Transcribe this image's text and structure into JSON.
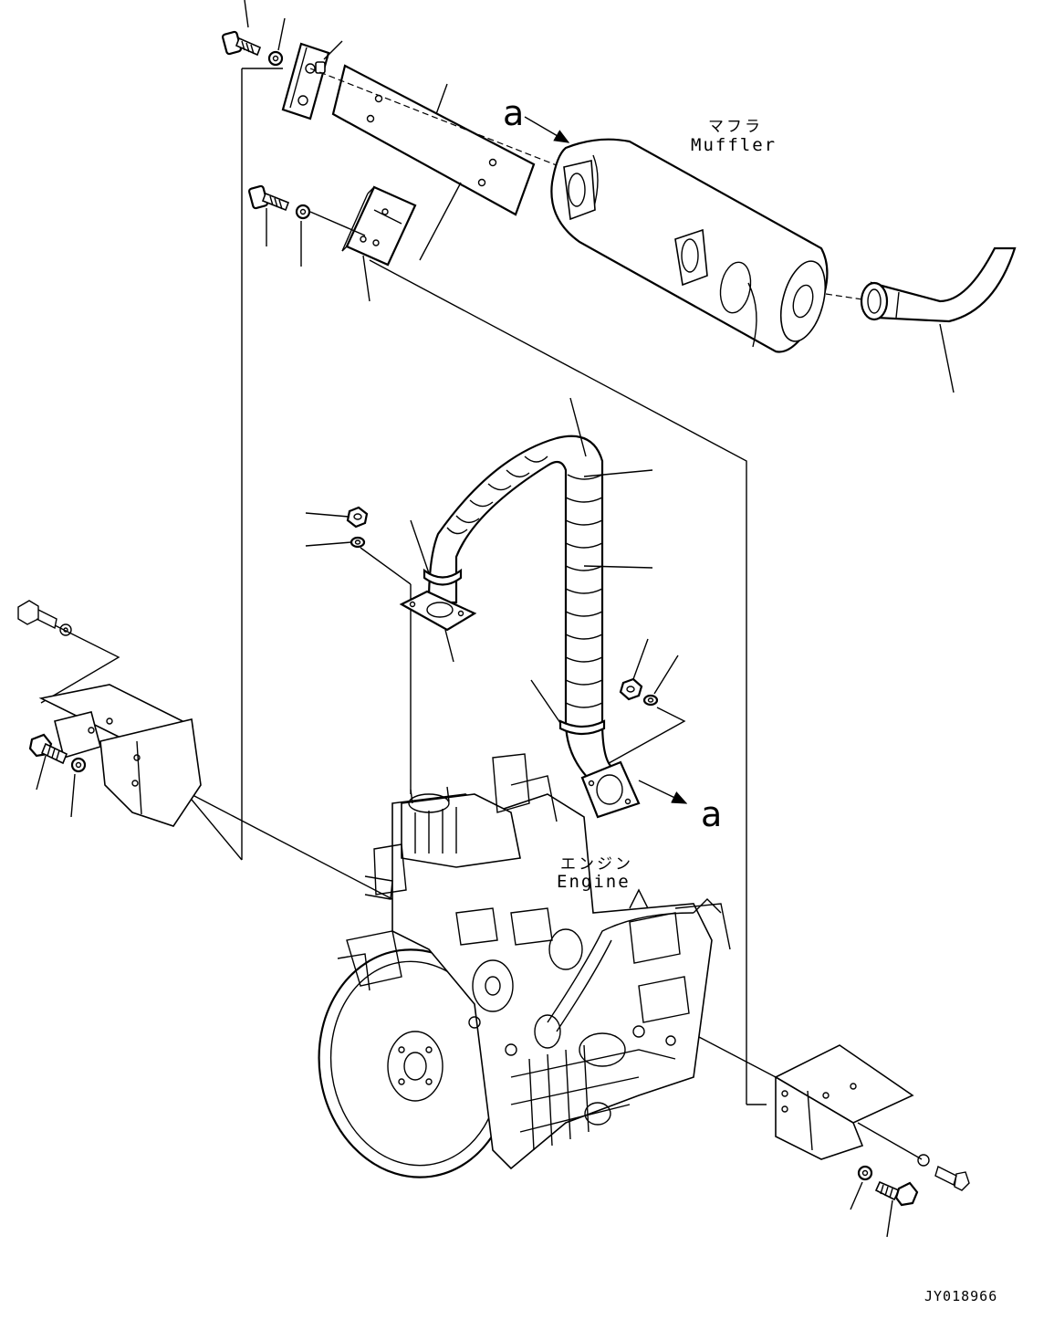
{
  "labels": {
    "muffler_jp": "マフラ",
    "muffler_en": "Muffler",
    "engine_jp": "エンジン",
    "engine_en": "Engine",
    "ref_a_top": "a",
    "ref_a_bottom": "a",
    "drawing_id": "JY018966"
  },
  "icons": {
    "bolt": "bolt-icon",
    "washer": "washer-icon",
    "nut": "nut-icon",
    "clamp": "clamp-icon",
    "gasket": "gasket-icon",
    "bracket": "bracket-icon"
  }
}
